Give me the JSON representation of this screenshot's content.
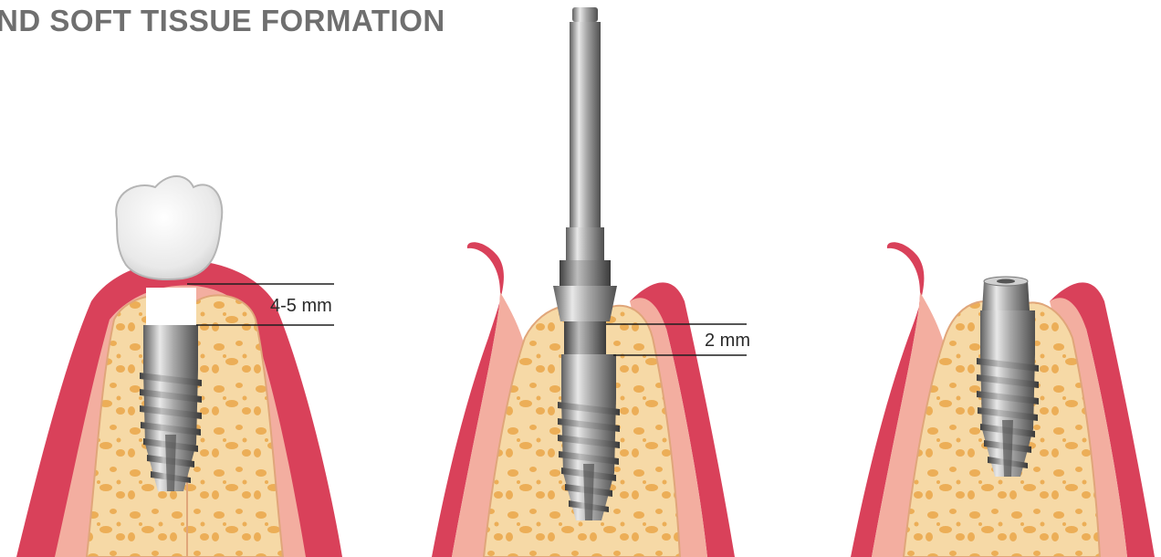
{
  "title": "ND SOFT TISSUE FORMATION",
  "panels": [
    {
      "measure_label": "4-5 mm"
    },
    {
      "measure_label": "2 mm"
    },
    {
      "measure_label": ""
    }
  ],
  "colors": {
    "gum_outer": "#d9415a",
    "gum_inner": "#f3aea0",
    "bone": "#f6d9a6",
    "bone_spots": "#ecae57",
    "metal_light": "#d6d6d6",
    "metal_dark": "#6a6a6a",
    "title": "#6f6f6f"
  }
}
